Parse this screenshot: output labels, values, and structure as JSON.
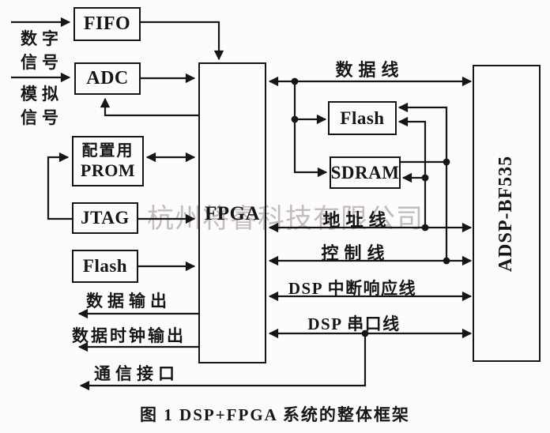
{
  "colors": {
    "ink": "#161616",
    "watermark": "#c4bbbb",
    "paper": "#fcfcfa"
  },
  "watermark": "杭州将睿科技有限公司",
  "caption": "图 1 DSP+FPGA 系统的整体框架",
  "inputs": {
    "digital": "数字信号",
    "analog": "模拟信号"
  },
  "outputs": {
    "data": "数据输出",
    "clock": "数据时钟输出",
    "comm": "通信接口"
  },
  "blocks": {
    "fifo": "FIFO",
    "adc": "ADC",
    "prom_cn": "配置用",
    "prom_en": "PROM",
    "jtag": "JTAG",
    "flash_left": "Flash",
    "fpga": "FPGA",
    "flash_right": "Flash",
    "sdram": "SDRAM",
    "adsp": "ADSP-BF535"
  },
  "buses": {
    "data": "数据线",
    "address": "地址线",
    "control": "控制线",
    "interrupt": "DSP 中断响应线",
    "serial": "DSP 串口线"
  }
}
